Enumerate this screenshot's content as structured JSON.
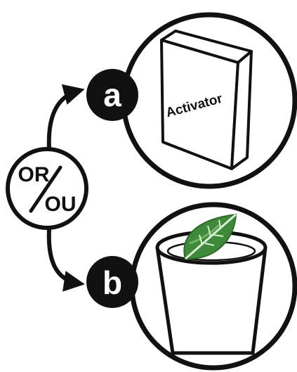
{
  "connector": {
    "top_text": "OR",
    "bottom_text": "OU"
  },
  "options": {
    "a": {
      "letter": "a",
      "box_label": "Activator",
      "item_icon": "activator-box-icon"
    },
    "b": {
      "letter": "b",
      "item_icon": "leaf-in-cup-icon"
    }
  },
  "colors": {
    "stroke": "#111111",
    "badge_fill": "#111111",
    "badge_text": "#ffffff",
    "leaf_dark": "#3f8a3a",
    "leaf_light": "#8bc882",
    "background": "#ffffff"
  }
}
